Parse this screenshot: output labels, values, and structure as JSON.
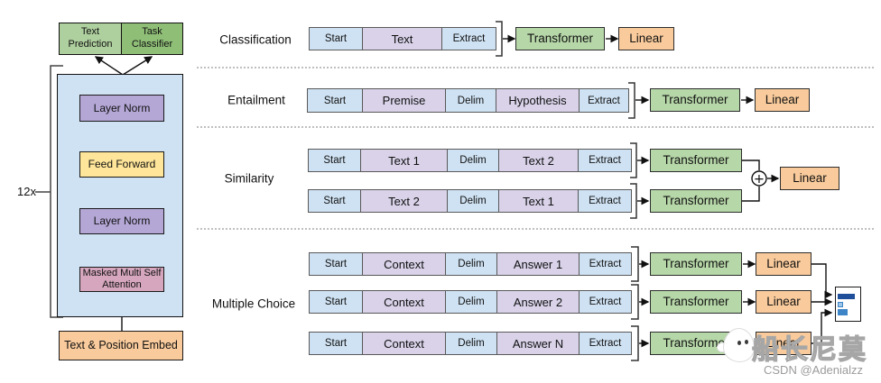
{
  "left_diagram": {
    "repeat_label": "12x",
    "text_prediction_label": "Text Prediction",
    "task_classifier_label": "Task Classifier",
    "layer_norm_top_label": "Layer Norm",
    "feed_forward_label": "Feed Forward",
    "layer_norm_bottom_label": "Layer Norm",
    "masked_attention_label": "Masked Multi Self Attention",
    "embed_label": "Text & Position Embed"
  },
  "tasks": {
    "classification": {
      "label": "Classification",
      "tokens": [
        "Start",
        "Text",
        "Extract"
      ],
      "transformer_label": "Transformer",
      "linear_label": "Linear"
    },
    "entailment": {
      "label": "Entailment",
      "tokens": [
        "Start",
        "Premise",
        "Delim",
        "Hypothesis",
        "Extract"
      ],
      "transformer_label": "Transformer",
      "linear_label": "Linear"
    },
    "similarity": {
      "label": "Similarity",
      "row1_tokens": [
        "Start",
        "Text 1",
        "Delim",
        "Text 2",
        "Extract"
      ],
      "row2_tokens": [
        "Start",
        "Text 2",
        "Delim",
        "Text 1",
        "Extract"
      ],
      "transformer_label": "Transformer",
      "linear_label": "Linear"
    },
    "multiple_choice": {
      "label": "Multiple Choice",
      "rows": [
        [
          "Start",
          "Context",
          "Delim",
          "Answer 1",
          "Extract"
        ],
        [
          "Start",
          "Context",
          "Delim",
          "Answer 2",
          "Extract"
        ],
        [
          "Start",
          "Context",
          "Delim",
          "Answer N",
          "Extract"
        ]
      ],
      "transformer_label": "Transformer",
      "linear_label": "Linear",
      "answer_score_bars": [
        0.68,
        0.2,
        0.4
      ]
    }
  },
  "symbols": {
    "plus": "+"
  },
  "watermark": {
    "brand": "船长尼莫",
    "credit": "CSDN @Adenialzz"
  },
  "colors": {
    "token_special_blue": "#cfe2f3",
    "token_content_purple": "#d9d2e9",
    "transformer_green": "#b6d7a8",
    "linear_orange": "#f9cb9c",
    "layer_norm_purple": "#b4a7d6",
    "feed_forward_yellow": "#ffe599",
    "attention_pink": "#d5a6bd",
    "container_blue": "#cfe2f3",
    "head_green_light": "#aecf9e",
    "head_green_dark": "#8fbf77",
    "embed_orange": "#f9cb9c",
    "bar_dark_blue": "#1f4e9b",
    "bar_light_blue": "#9fc5e8",
    "bar_mid_blue": "#3d85c6"
  }
}
